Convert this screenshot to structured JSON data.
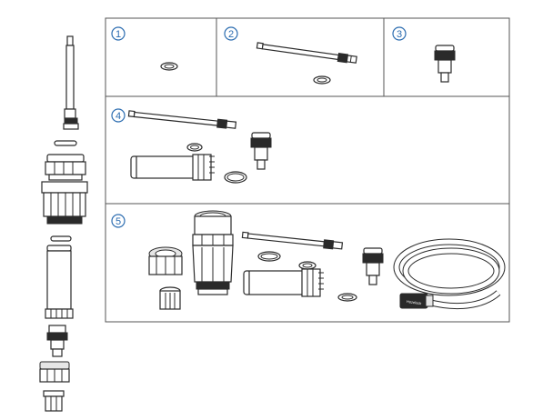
{
  "panels": [
    {
      "number": "1"
    },
    {
      "number": "2"
    },
    {
      "number": "3"
    },
    {
      "number": "4"
    },
    {
      "number": "5"
    }
  ],
  "hose_brand_label": "Hozelock",
  "colors": {
    "outline": "#2a2a2a",
    "badge": "#2b6cb0",
    "frame": "#555555"
  }
}
